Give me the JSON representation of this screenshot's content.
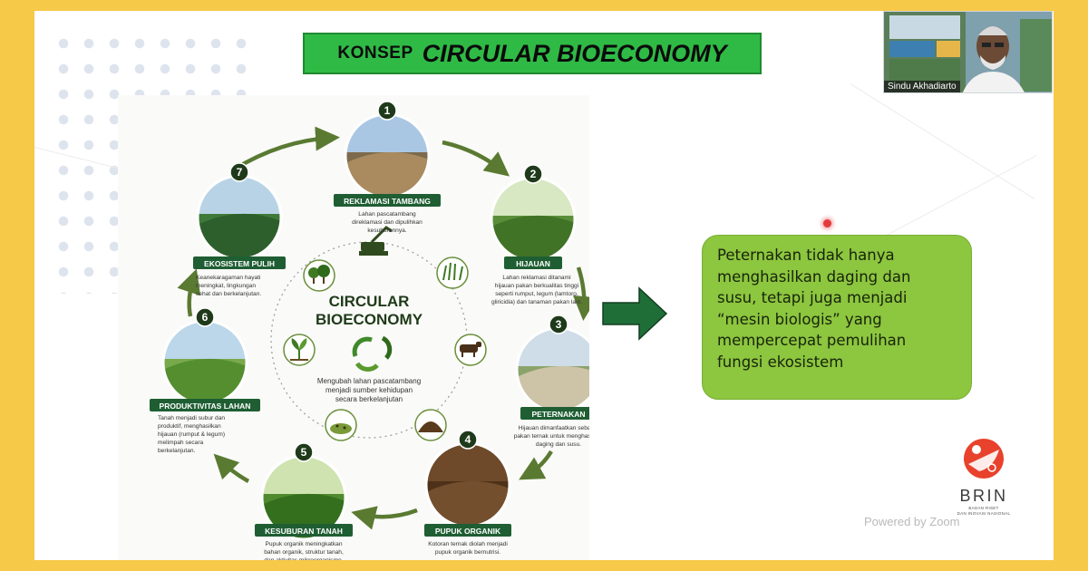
{
  "slide": {
    "title_prefix": "KONSEP",
    "title_main": "CIRCULAR BIOECONOMY"
  },
  "diagram": {
    "center_title_line1": "CIRCULAR",
    "center_title_line2": "BIOECONOMY",
    "center_desc_lines": [
      "Mengubah lahan pascatambang",
      "menjadi sumber kehidupan",
      "secara berkelanjutan"
    ],
    "steps": [
      {
        "num": "1",
        "title": "REKLAMASI TAMBANG",
        "desc": [
          "Lahan pascatambang",
          "direklamasi dan dipulihkan",
          "kesuburannya."
        ]
      },
      {
        "num": "2",
        "title": "HIJAUAN",
        "desc": [
          "Lahan reklamasi ditanami",
          "hijauan pakan berkualitas tinggi",
          "seperti rumput, legum (lamtoro,",
          "gliricidia) dan tanaman pakan lain."
        ]
      },
      {
        "num": "3",
        "title": "PETERNAKAN",
        "desc": [
          "Hijauan dimanfaatkan sebagai",
          "pakan ternak untuk menghasilkan",
          "daging dan susu."
        ]
      },
      {
        "num": "4",
        "title": "PUPUK ORGANIK",
        "desc": [
          "Kotoran ternak diolah menjadi",
          "pupuk organik bernutrisi."
        ]
      },
      {
        "num": "5",
        "title": "KESUBURAN TANAH",
        "desc": [
          "Pupuk organik meningkatkan",
          "bahan organik, struktur tanah,",
          "dan aktivitas mikroorganisme."
        ]
      },
      {
        "num": "6",
        "title": "PRODUKTIVITAS LAHAN",
        "desc": [
          "Tanah menjadi subur dan",
          "produktif, menghasilkan",
          "hijauan (rumput & legum)",
          "melimpah secara",
          "berkelanjutan."
        ]
      },
      {
        "num": "7",
        "title": "EKOSISTEM PULIH",
        "desc": [
          "Keanekaragaman hayati",
          "meningkat, lingkungan",
          "sehat dan berkelanjutan."
        ]
      }
    ]
  },
  "callout": {
    "lines": [
      "Peternakan tidak hanya",
      "menghasilkan daging dan",
      "susu, tetapi juga menjadi",
      "“mesin biologis” yang",
      "mempercepat pemulihan",
      "fungsi ekosistem"
    ]
  },
  "logo": {
    "name": "BRIN",
    "sub_line1": "BADAN RISET",
    "sub_line2": "DAN INOVASI NASIONAL"
  },
  "video": {
    "participant_name": "Sindu Akhadiarto"
  },
  "watermark": "Powered by Zoom",
  "colors": {
    "frame": "#f7c948",
    "title_bg": "#2fba45",
    "callout_bg": "#8dc63f",
    "arrow": "#1f6e38",
    "label_bg": "#1f5e33",
    "brin_red": "#e8412c"
  }
}
